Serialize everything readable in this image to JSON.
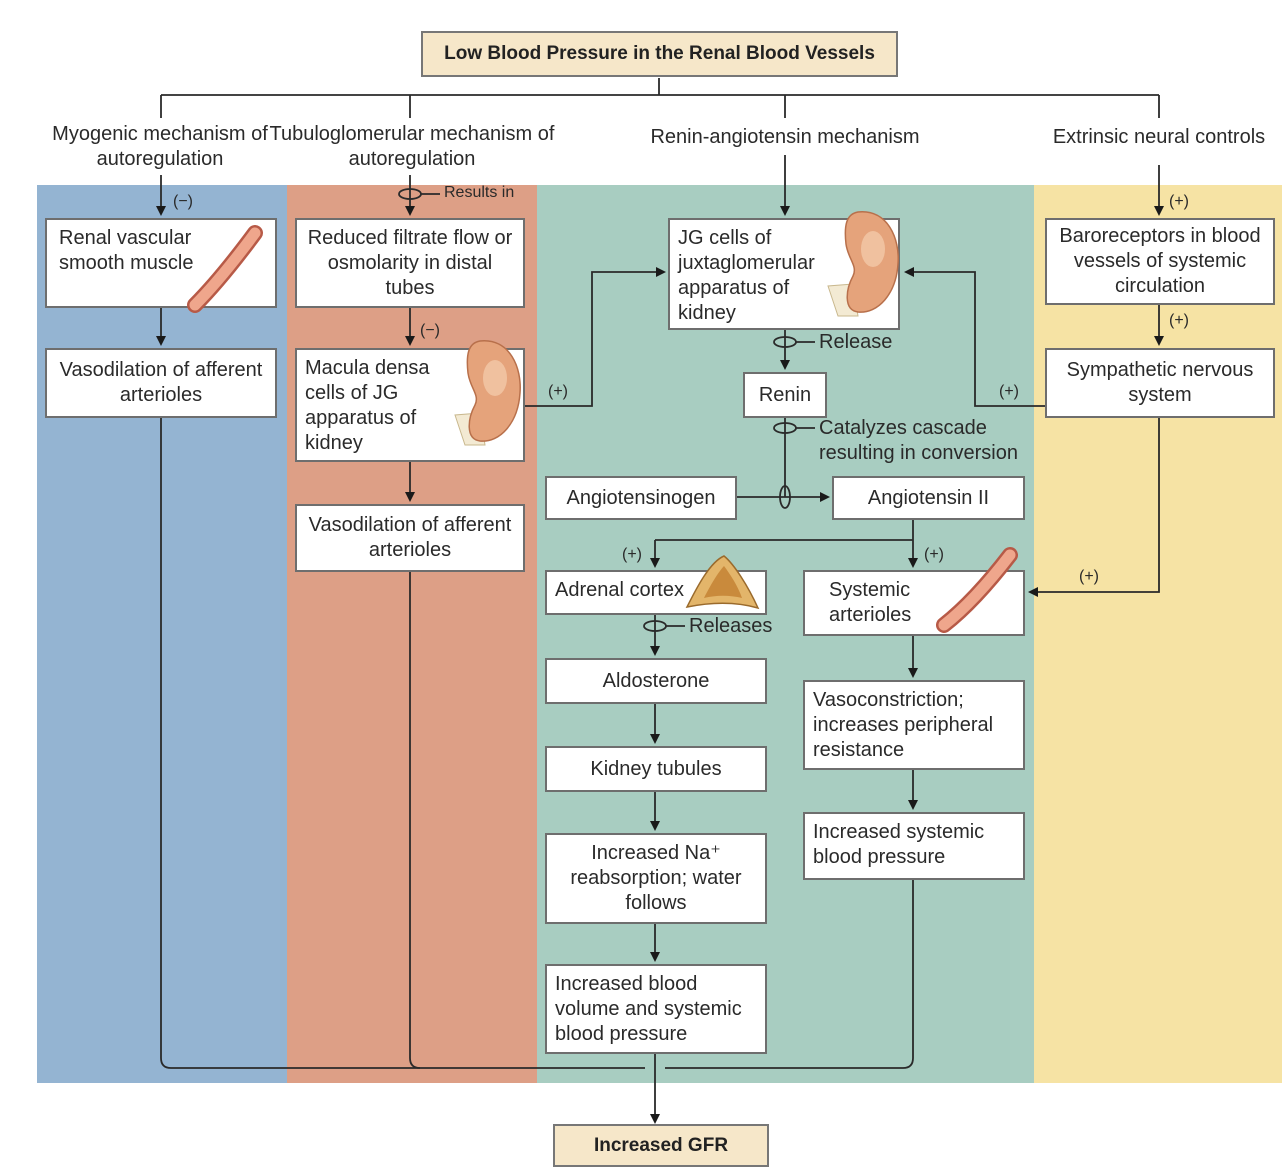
{
  "title": "Low Blood Pressure in the Renal Blood Vessels",
  "outcome": "Increased GFR",
  "columns": {
    "myogenic": {
      "heading": "Myogenic mechanism of autoregulation",
      "sign": "(−)",
      "box1": "Renal vascular smooth muscle",
      "box2": "Vasodilation of afferent arterioles"
    },
    "tubuloglomerular": {
      "heading": "Tubuloglomerular mechanism of autoregulation",
      "results_in": "Results in",
      "sign": "(−)",
      "box1": "Reduced filtrate flow or osmolarity in distal tubes",
      "box2": "Macula densa cells of JG apparatus of kidney",
      "box3": "Vasodilation of afferent arterioles",
      "sign_to_jg": "(+)"
    },
    "renin": {
      "heading": "Renin-angiotensin mechanism",
      "jg": "JG cells of juxtaglomerular apparatus of kidney",
      "release": "Release",
      "renin": "Renin",
      "catalyzes": "Catalyzes cascade resulting in conversion",
      "angiotensinogen": "Angiotensinogen",
      "angiotensin2": "Angiotensin II",
      "sign_adrenal": "(+)",
      "sign_systemic": "(+)",
      "adrenal": "Adrenal cortex",
      "releases": "Releases",
      "aldosterone": "Aldosterone",
      "tubules": "Kidney tubules",
      "na": "Increased Na⁺ reabsorption; water follows",
      "volume": "Increased blood volume and systemic blood pressure",
      "arterioles": "Systemic arterioles",
      "vasoconstriction": "Vasoconstriction; increases peripheral resistance",
      "sbp": "Increased systemic blood pressure"
    },
    "neural": {
      "heading": "Extrinsic neural controls",
      "sign_top": "(+)",
      "baro": "Baroreceptors in blood vessels of systemic circulation",
      "sign_mid": "(+)",
      "sympathetic": "Sympathetic nervous system",
      "sign_to_jg": "(+)",
      "sign_to_arterioles": "(+)"
    }
  }
}
